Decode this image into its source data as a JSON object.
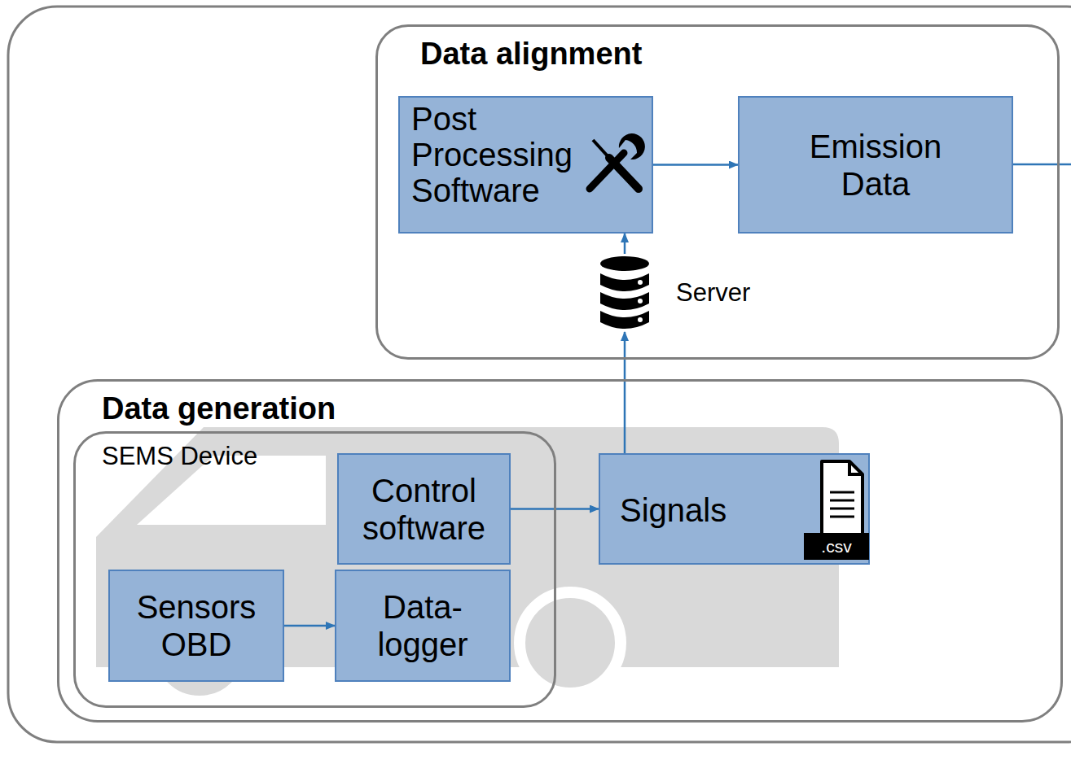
{
  "diagram": {
    "nodes": [
      {
        "text": [
          "Data alignment"
        ]
      },
      {
        "text": [
          "Post Processing Software"
        ],
        "in": 0
      },
      {
        "text": [
          "Emission Data"
        ],
        "in": 0
      },
      {
        "text": [
          "Server"
        ],
        "in": 0
      },
      {
        "text": [
          "Data generation"
        ]
      },
      {
        "text": [
          "SEMS Device"
        ],
        "in": 4
      },
      {
        "text": [
          "Control software"
        ],
        "in": 5
      },
      {
        "text": [
          "Sensors OBD"
        ],
        "in": 5
      },
      {
        "text": [
          "Data- logger"
        ],
        "in": 5
      },
      {
        "text": [
          "Signals"
        ],
        "in": 4
      }
    ],
    "edges": [
      {
        "from": 1,
        "to": 2,
        "arrow": "to"
      },
      {
        "from": 3,
        "to": 1,
        "arrow": "to"
      },
      {
        "from": 9,
        "to": 3,
        "arrow": "to"
      },
      {
        "from": 6,
        "to": 9,
        "arrow": "to"
      },
      {
        "from": 7,
        "to": 8,
        "arrow": "to"
      }
    ],
    "labels": [
      ".csv"
    ]
  }
}
